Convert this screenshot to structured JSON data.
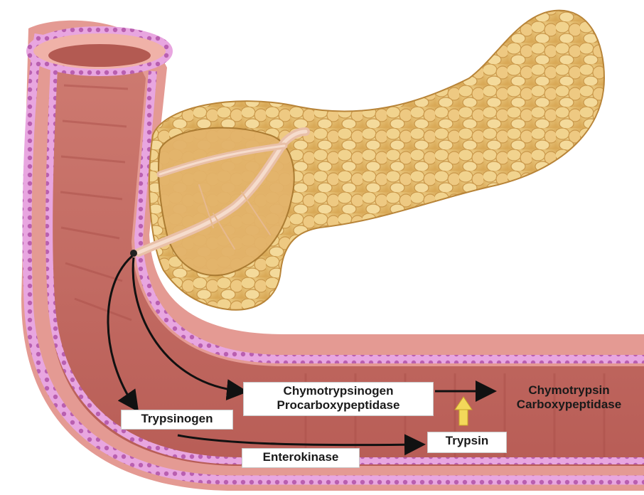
{
  "labels": {
    "chymotrypsinogen": "Chymotrypsinogen",
    "procarboxypeptidase": "Procarboxypeptidase",
    "chymotrypsin": "Chymotrypsin",
    "carboxypeptidase": "Carboxypeptidase",
    "trypsinogen": "Trypsinogen",
    "trypsin": "Trypsin",
    "enterokinase": "Enterokinase"
  },
  "colors": {
    "intestine_wall": "#d9878a",
    "intestine_inner": "#c0675f",
    "mucosa_border": "#d8a0d8",
    "pancreas": "#e8c070",
    "pancreas_lobule": "#f0d490",
    "duct": "#e7b9a2",
    "arrow": "#111111",
    "activation_arrow": "#f3d85a"
  }
}
